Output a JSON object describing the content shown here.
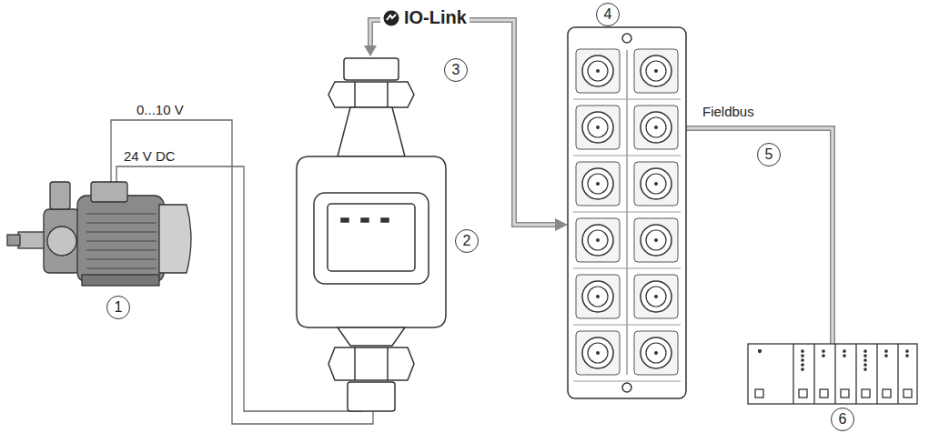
{
  "diagram": {
    "labels": [
      "0...10 V",
      "24 V DC",
      "IO-Link",
      "Fieldbus",
      "1",
      "2",
      "3",
      "4",
      "5",
      "6"
    ]
  }
}
